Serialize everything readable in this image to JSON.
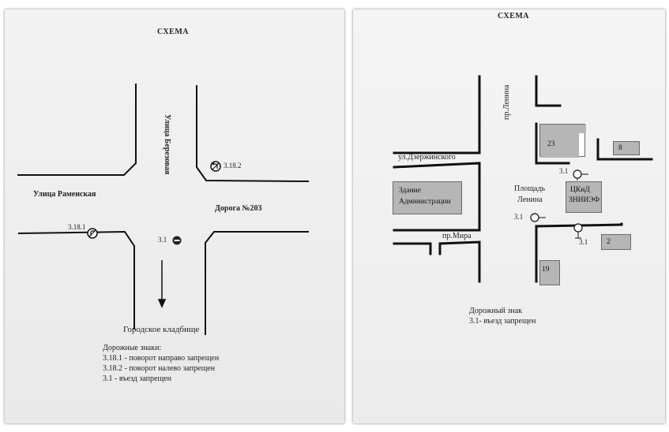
{
  "left": {
    "title": "СХЕМА",
    "street_birch": "Улица Березовая",
    "street_ramenskaya": "Улица Раменская",
    "road_203": "Дорога №203",
    "cemetery": "Городское кладбище",
    "sign_3_18_1": "3.18.1",
    "sign_3_18_2": "3.18.2",
    "sign_3_1": "3.1",
    "legend_title": "Дорожные знаки:",
    "legend_1": "3.18.1 - поворот направо запрещен",
    "legend_2": "3.18.2 - поворот налево запрещен",
    "legend_3": "3.1 - въезд запрещен",
    "icons": [
      "no-right-turn-icon",
      "no-left-turn-icon",
      "no-entry-icon",
      "direction-arrow-icon"
    ]
  },
  "right": {
    "title": "СХЕМА",
    "prospekt_lenina": "пр.Ленина",
    "dzerzhinsky": "ул.Дзержинского",
    "prospekt_mira": "пр.Мира",
    "admin_building_line1": "Здание",
    "admin_building_line2": "Администрации",
    "square_line1": "Площадь",
    "square_line2": "Ленина",
    "building_23": "23",
    "building_8": "8",
    "building_2": "2",
    "building_19": "19",
    "building_center_line1": "ЦКиД",
    "building_center_line2": "ЗНИИЭФ",
    "sign_a": "3.1",
    "sign_b": "3.1",
    "sign_c": "3.1",
    "legend_title": "Дорожный знак",
    "legend_1": "3.1- въезд запрещен",
    "icons": [
      "no-entry-sign-icon"
    ]
  },
  "colors": {
    "building": "#b6b6b6",
    "line": "#111111",
    "sign_red": "#222222"
  }
}
